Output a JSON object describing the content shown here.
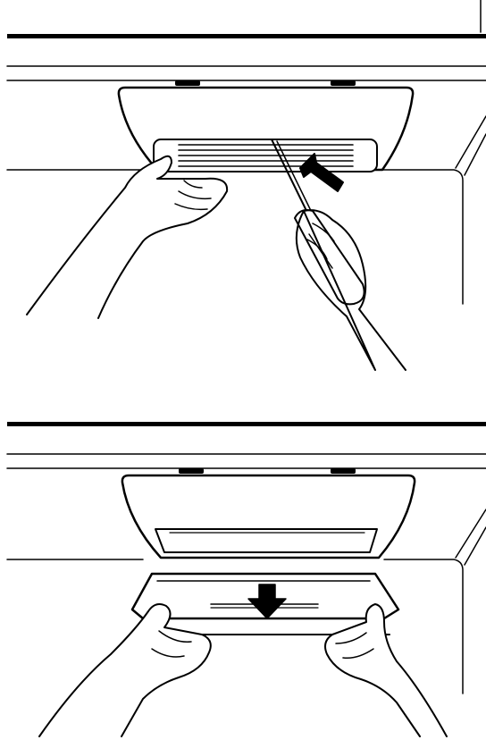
{
  "document": {
    "type": "instruction-illustration",
    "colors": {
      "ink": "#000000",
      "paper": "#ffffff"
    },
    "steps": [
      {
        "illustration": "hands-and-screwdriver-unclip-vent-grille-from-hood-underside",
        "arrow_icon": "arrow-up-right-icon"
      },
      {
        "illustration": "hands-pull-filter-tray-down-from-hood",
        "arrow_icon": "arrow-down-icon"
      }
    ]
  }
}
